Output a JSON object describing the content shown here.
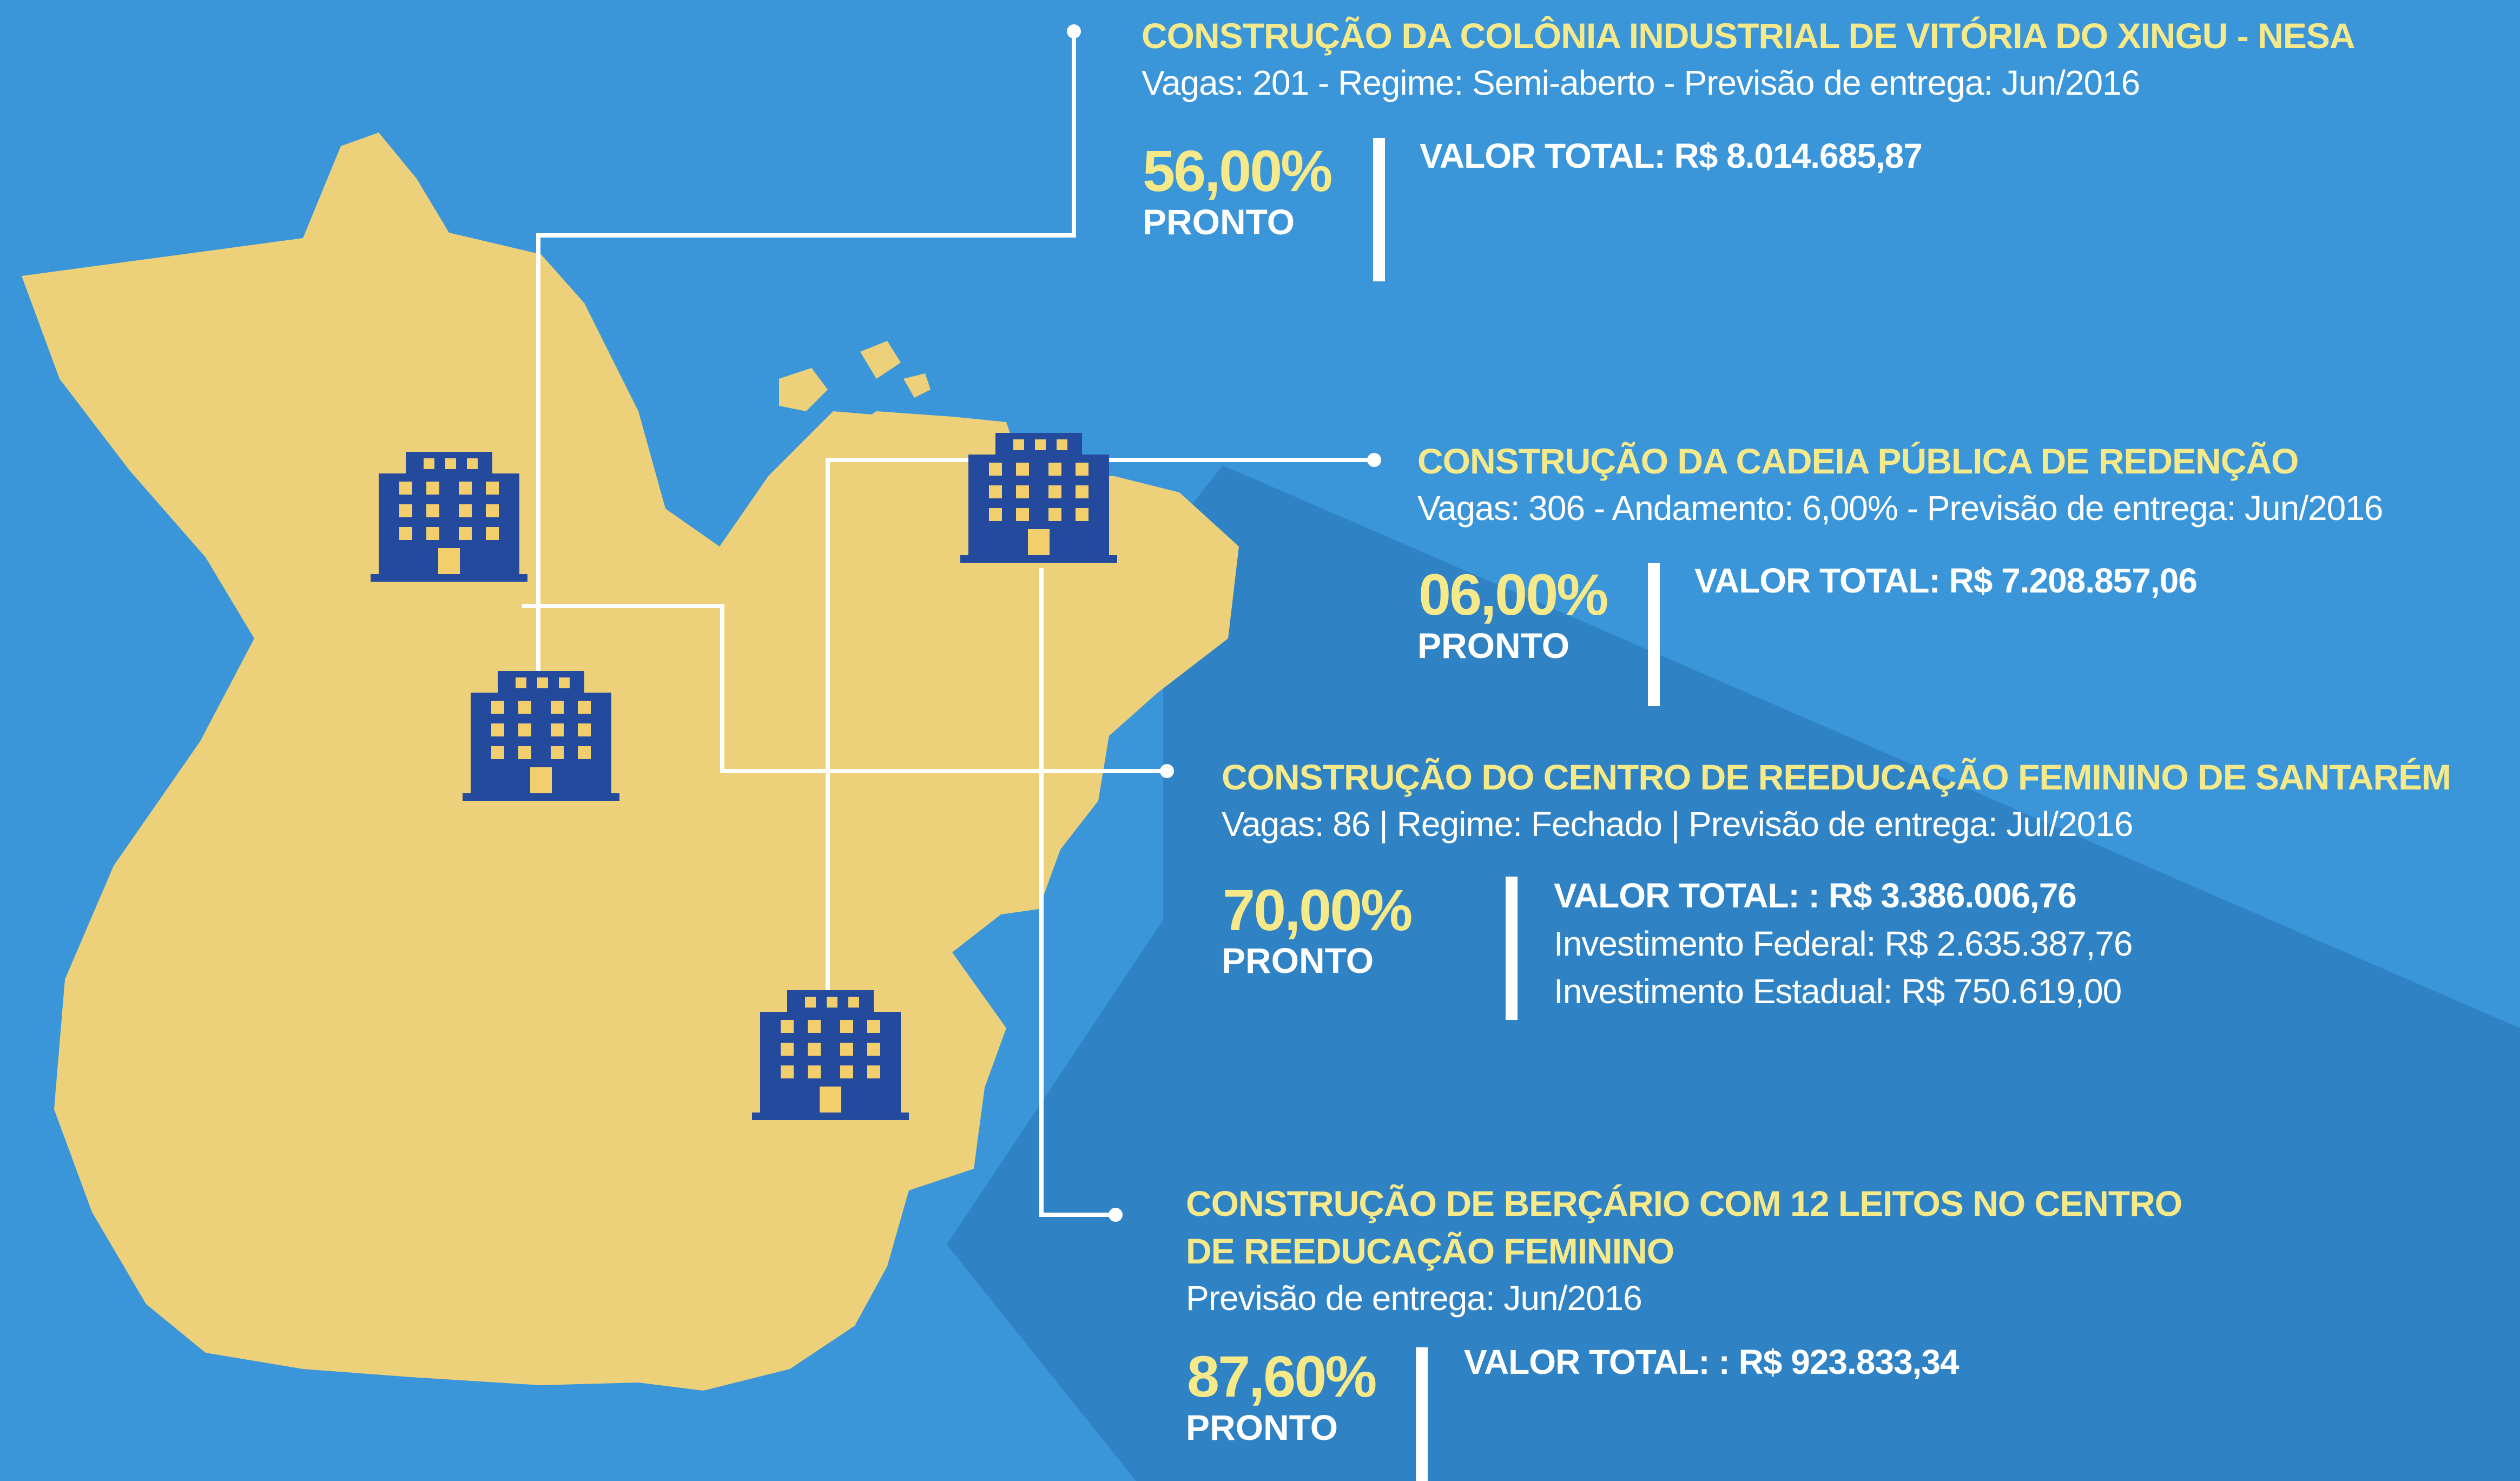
{
  "colors": {
    "background": "#3a96d9",
    "map_fill": "#edd17a",
    "shadow": "#2f83c5",
    "icon": "#244a9e",
    "icon_window": "#f2cf6c",
    "title": "#f6e98a",
    "text": "#ffffff"
  },
  "projects": [
    {
      "title": "CONSTRUÇÃO DA COLÔNIA INDUSTRIAL DE VITÓRIA DO XINGU - NESA",
      "details": "Vagas: 201  -  Regime:  Semi-aberto  -  Previsão de entrega: Jun/2016",
      "percent": "56,00%",
      "status": "PRONTO",
      "valor_total": "VALOR TOTAL: R$ 8.014.685,87"
    },
    {
      "title": "CONSTRUÇÃO DA CADEIA PÚBLICA DE REDENÇÃO",
      "details": "Vagas: 306  -  Andamento: 6,00%  -  Previsão de entrega: Jun/2016",
      "percent": "06,00%",
      "status": "PRONTO",
      "valor_total": "VALOR TOTAL: R$ 7.208.857,06"
    },
    {
      "title": "CONSTRUÇÃO DO CENTRO DE REEDUCAÇÃO FEMININO DE SANTARÉM",
      "details": "Vagas: 86  |  Regime: Fechado | Previsão de entrega: Jul/2016",
      "percent": "70,00%",
      "status": "PRONTO",
      "valor_total": "VALOR TOTAL: : R$ 3.386.006,76",
      "investimento_federal": "Investimento Federal:  R$ 2.635.387,76",
      "investimento_estadual": "Investimento Estadual: R$ 750.619,00"
    },
    {
      "title_line1": "CONSTRUÇÃO DE BERÇÁRIO COM 12 LEITOS NO CENTRO",
      "title_line2": "DE REEDUCAÇÃO FEMININO",
      "details": "Previsão de entrega: Jun/2016",
      "percent": "87,60%",
      "status": "PRONTO",
      "valor_total": "VALOR TOTAL: : R$ 923.833,34"
    }
  ],
  "icons": [
    "building-icon",
    "building-icon",
    "building-icon",
    "building-icon"
  ]
}
